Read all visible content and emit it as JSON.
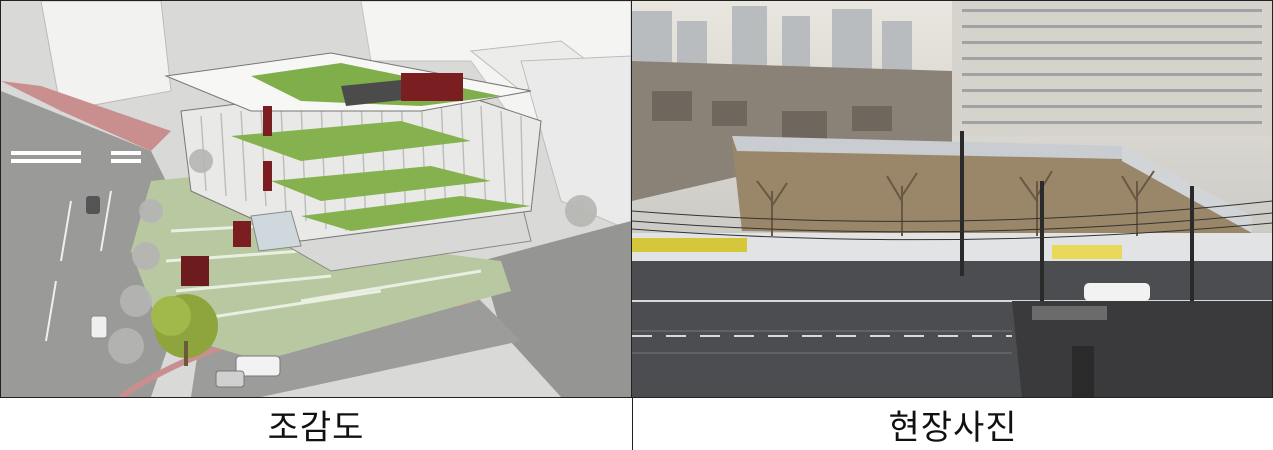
{
  "panels": [
    {
      "caption": "조감도",
      "image": "aerial-rendering-image"
    },
    {
      "caption": "현장사진",
      "image": "site-photo-image"
    }
  ],
  "colors": {
    "roof_green": "#7fae4b",
    "facade_white": "#e8e8e6",
    "accent_maroon": "#7a1e22",
    "road_gray": "#8c8c8c",
    "site_soil": "#9a8668",
    "sky_haze": "#c9cdd0"
  }
}
